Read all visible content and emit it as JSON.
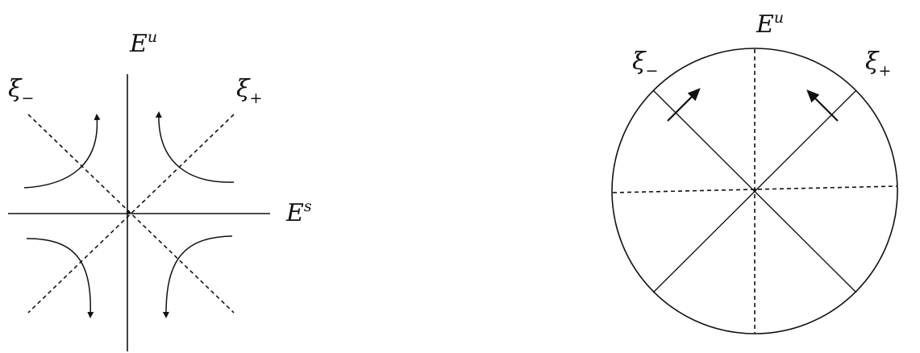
{
  "left_diagram": {
    "vertical_axis": {
      "base": "E",
      "sup": "u"
    },
    "horizontal_axis": {
      "base": "E",
      "sup": "s"
    },
    "diag_minus": {
      "base": "ξ",
      "sub": "−"
    },
    "diag_plus": {
      "base": "ξ",
      "sub": "+"
    }
  },
  "right_diagram": {
    "top_label": {
      "base": "E",
      "sup": "u"
    },
    "diag_minus": {
      "base": "ξ",
      "sub": "−"
    },
    "diag_plus": {
      "base": "ξ",
      "sub": "+"
    }
  },
  "colors": {
    "ink": "#111111",
    "background": "#ffffff"
  }
}
